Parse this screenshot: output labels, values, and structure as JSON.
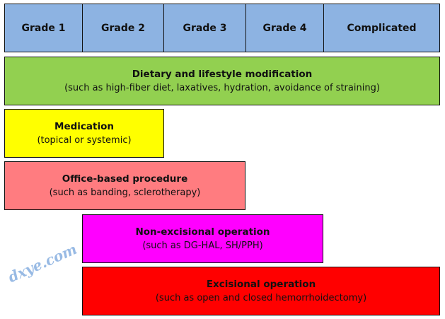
{
  "grades": [
    "Grade 1",
    "Grade 2",
    "Grade 3",
    "Grade 4",
    "Complicated"
  ],
  "watermark": "dxye.com",
  "treatments": [
    {
      "title": "Dietary and lifestyle modification",
      "subtitle": "(such as high-fiber diet, laxatives, hydration, avoidance of straining)",
      "color": "#92D050"
    },
    {
      "title": "Medication",
      "subtitle": "(topical or systemic)",
      "color": "#FFFF00"
    },
    {
      "title": "Office-based procedure",
      "subtitle": "(such as banding, sclerotherapy)",
      "color": "#FF7C80"
    },
    {
      "title": "Non-excisional operation",
      "subtitle": "(such as DG-HAL, SH/PPH)",
      "color": "#FF00FF"
    },
    {
      "title": "Excisional operation",
      "subtitle": "(such as open and closed hemorrhoidectomy)",
      "color": "#FF0000"
    }
  ]
}
